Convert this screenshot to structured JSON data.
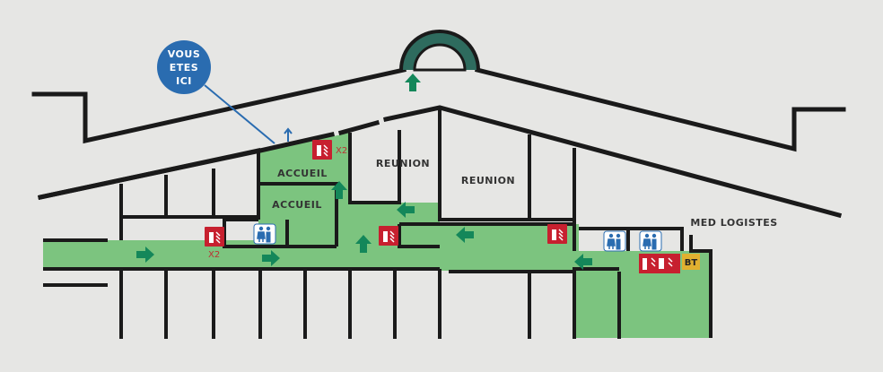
{
  "you_are_here": {
    "line1": "VOUS",
    "line2": "ETES",
    "line3": "ICI",
    "color": "#2a6cb0"
  },
  "rooms": {
    "accueil_1": "ACCUEIL",
    "accueil_2": "ACCUEIL",
    "reunion_1": "REUNION",
    "reunion_2": "REUNION",
    "med_logistes": "MED LOGISTES"
  },
  "equipment": {
    "extinguisher_count_1": "X2",
    "extinguisher_count_2": "X2",
    "bt_label": "BT"
  },
  "colors": {
    "evacuation_zone": "#7cc47f",
    "arrow": "#14875a",
    "extinguisher": "#c7202f",
    "toilet": "#2a6cb0",
    "bt": "#e0b030"
  }
}
